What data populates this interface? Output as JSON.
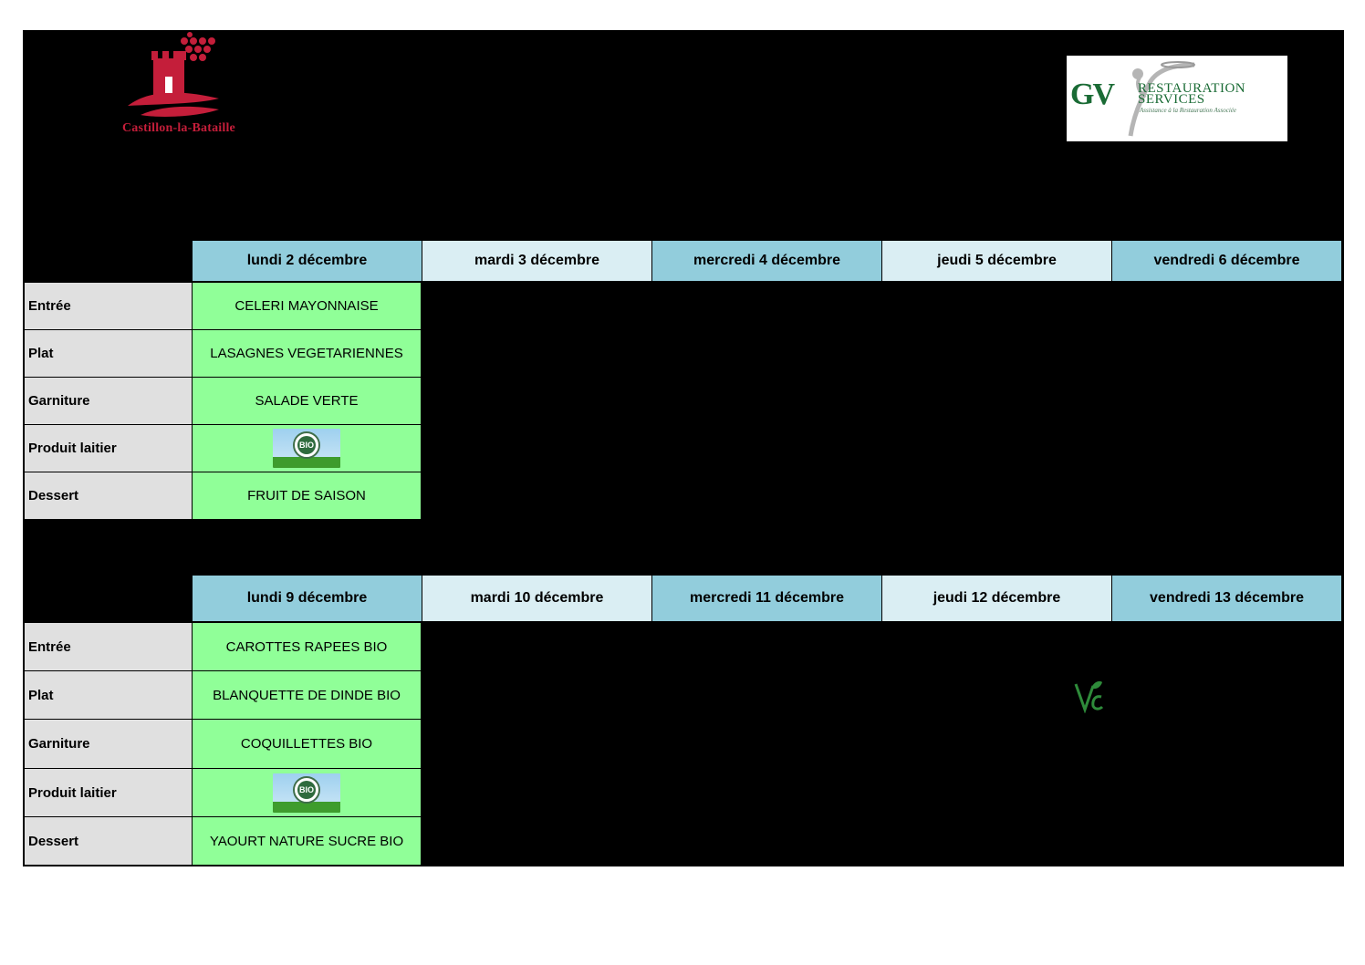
{
  "logos": {
    "town_name": "Castillon-la-Bataille",
    "caterer_letters": "GV",
    "caterer_line1": "RESTAURATION",
    "caterer_line2": "SERVICES",
    "caterer_tagline": "Assistance à la Restauration Associée"
  },
  "icons": {
    "organic_badge": "bio-badge-icon",
    "vegetarian": "vegetarian-leaf-icon"
  },
  "colors": {
    "header_dark": "#92cddc",
    "header_light": "#daeef3",
    "dish_green": "#90ff98",
    "label_grey": "#e0e0e0"
  },
  "weeks": [
    {
      "days": [
        "lundi 2 décembre",
        "mardi 3 décembre",
        "mercredi 4 décembre",
        "jeudi 5 décembre",
        "vendredi 6 décembre"
      ],
      "rows": [
        {
          "label": "Entrée",
          "dish": "CELERI MAYONNAISE"
        },
        {
          "label": "Plat",
          "dish": "LASAGNES VEGETARIENNES"
        },
        {
          "label": "Garniture",
          "dish": "SALADE VERTE"
        },
        {
          "label": "Produit laitier",
          "dish": "",
          "badge": "BIO"
        },
        {
          "label": "Dessert",
          "dish": "FRUIT DE SAISON"
        }
      ]
    },
    {
      "days": [
        "lundi 9 décembre",
        "mardi 10 décembre",
        "mercredi 11 décembre",
        "jeudi 12 décembre",
        "vendredi 13 décembre"
      ],
      "rows": [
        {
          "label": "Entrée",
          "dish": "CAROTTES RAPEES BIO"
        },
        {
          "label": "Plat",
          "dish": "BLANQUETTE DE DINDE BIO"
        },
        {
          "label": "Garniture",
          "dish": "COQUILLETTES BIO"
        },
        {
          "label": "Produit laitier",
          "dish": "",
          "badge": "BIO"
        },
        {
          "label": "Dessert",
          "dish": "YAOURT NATURE SUCRE BIO"
        }
      ]
    }
  ]
}
